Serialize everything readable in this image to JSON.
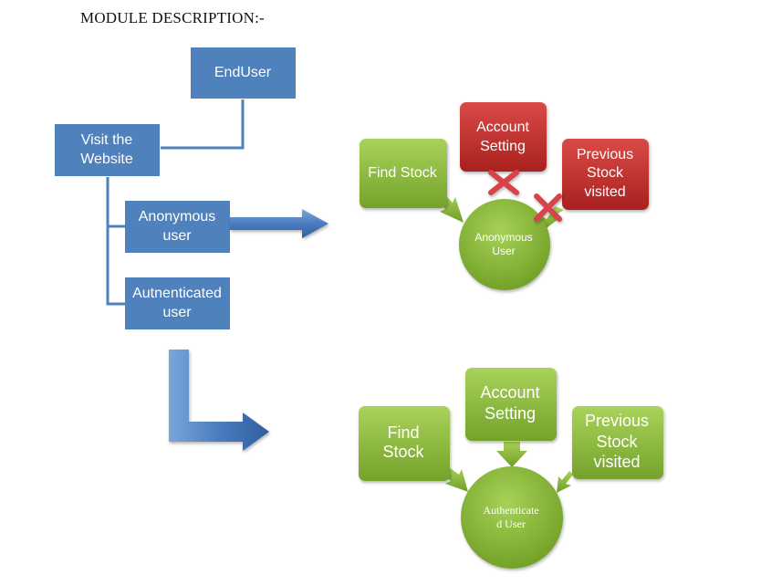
{
  "title": "MODULE DESCRIPTION:-",
  "left": {
    "enduser": "EndUser",
    "visit_line1": "Visit the",
    "visit_line2": "Website",
    "anon_line1": "Anonymous",
    "anon_line2": "user",
    "auth_line1": "Autnenticated",
    "auth_line2": "user"
  },
  "anon_cluster": {
    "find": "Find Stock",
    "account_line1": "Account",
    "account_line2": "Setting",
    "previous_line1": "Previous",
    "previous_line2": "Stock",
    "previous_line3": "visited",
    "center_line1": "Anonymous",
    "center_line2": "User"
  },
  "auth_cluster": {
    "find_line1": "Find",
    "find_line2": "Stock",
    "account_line1": "Account",
    "account_line2": "Setting",
    "previous_line1": "Previous",
    "previous_line2": "Stock",
    "previous_line3": "visited",
    "center_line1": "Authenticate",
    "center_line2": "d User"
  },
  "colors": {
    "blue": "#4f81bd",
    "green": "#8dbb3c",
    "red": "#c0302f",
    "x_mark": "#d8434b"
  }
}
